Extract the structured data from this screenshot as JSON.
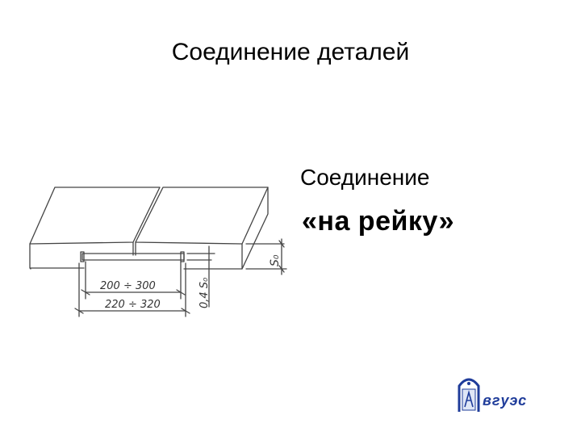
{
  "slide": {
    "title": "Соединение деталей",
    "subtitle_line1": "Соединение",
    "subtitle_line2": "«на рейку»"
  },
  "drawing": {
    "dimension_inner": "200 ÷ 300",
    "dimension_outer": "220 ÷ 320",
    "dimension_thickness": "S₀",
    "dimension_slot": "0,4 S₀"
  },
  "logo": {
    "text": "вгуэс",
    "color": "#1f3c9a"
  }
}
